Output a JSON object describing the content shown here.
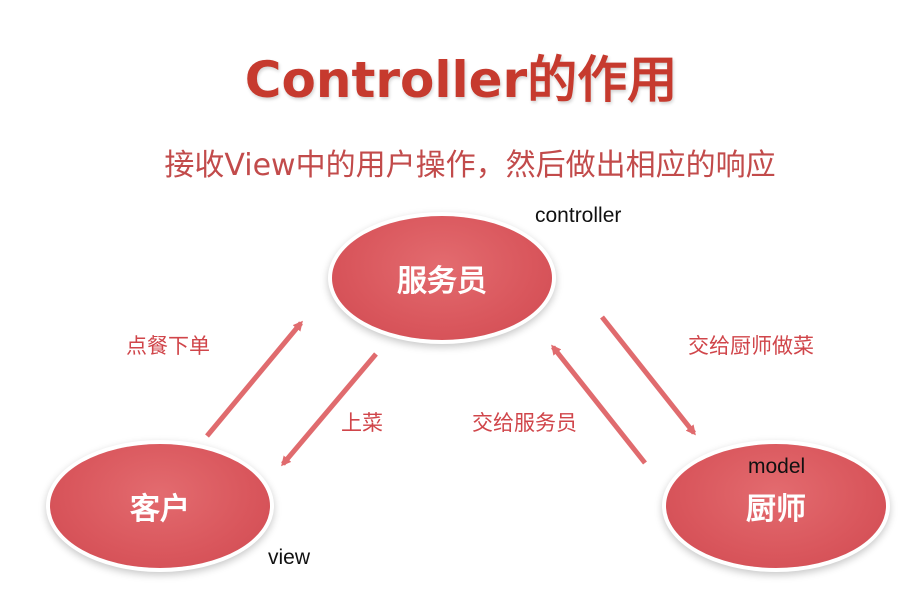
{
  "title": "Controller的作用",
  "subtitle": "接收View中的用户操作，然后做出相应的响应",
  "nodes": {
    "waiter": "服务员",
    "customer": "客户",
    "chef": "厨师"
  },
  "roles": {
    "controller": "controller",
    "model": "model",
    "view": "view"
  },
  "edges": {
    "order": "点餐下单",
    "serve": "上菜",
    "to_chef": "交给厨师做菜",
    "to_waiter": "交给服务员"
  },
  "colors": {
    "title": "#c63a2e",
    "node": "#d9565c",
    "arrow": "#e06b6e",
    "label": "#d0454a"
  }
}
